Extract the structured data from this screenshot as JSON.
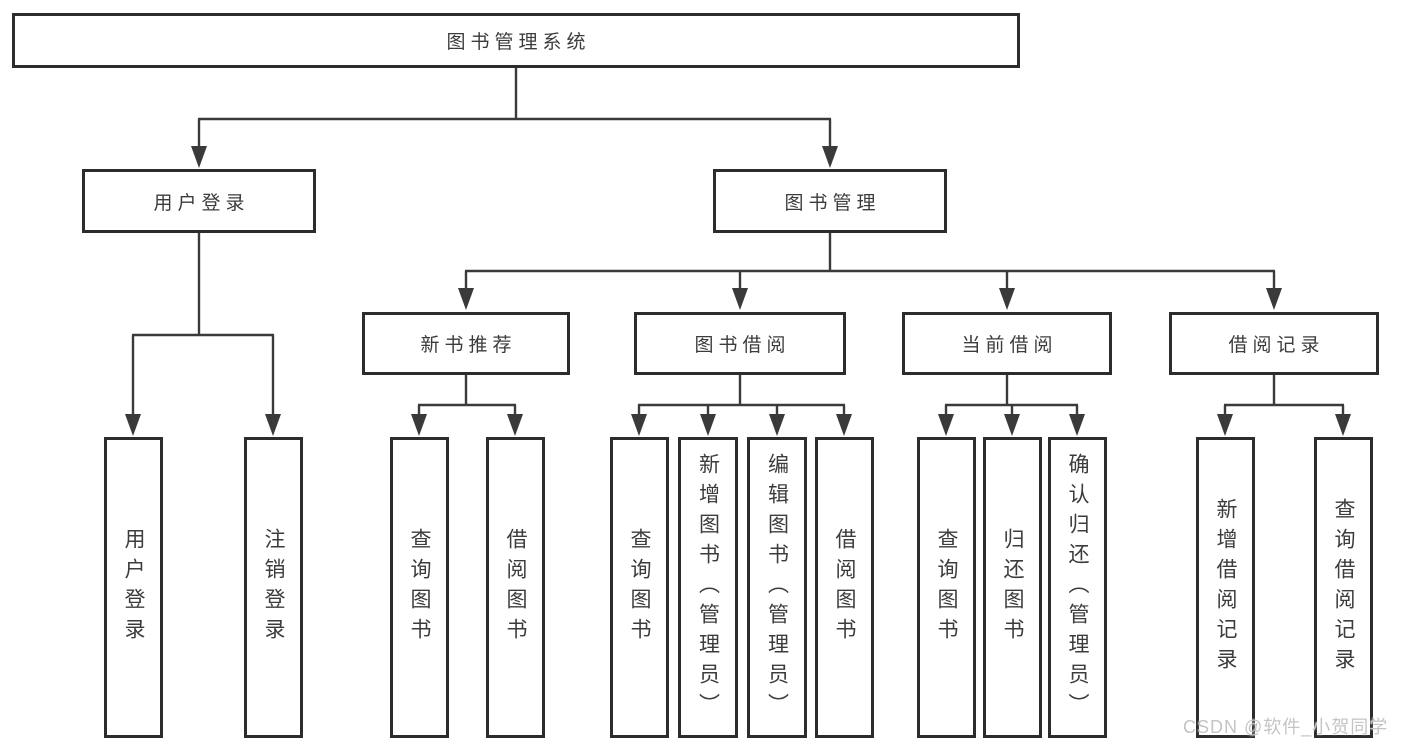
{
  "diagram": {
    "root": {
      "label": "图书管理系统"
    },
    "branches": [
      {
        "label": "用户登录",
        "leaves": [
          {
            "label": "用户登录"
          },
          {
            "label": "注销登录"
          }
        ]
      },
      {
        "label": "图书管理",
        "groups": [
          {
            "label": "新书推荐",
            "leaves": [
              {
                "label": "查询图书"
              },
              {
                "label": "借阅图书"
              }
            ]
          },
          {
            "label": "图书借阅",
            "leaves": [
              {
                "label": "查询图书"
              },
              {
                "label": "新增图书（管理员）"
              },
              {
                "label": "编辑图书（管理员）"
              },
              {
                "label": "借阅图书"
              }
            ]
          },
          {
            "label": "当前借阅",
            "leaves": [
              {
                "label": "查询图书"
              },
              {
                "label": "归还图书"
              },
              {
                "label": "确认归还（管理员）"
              }
            ]
          },
          {
            "label": "借阅记录",
            "leaves": [
              {
                "label": "新增借阅记录"
              },
              {
                "label": "查询借阅记录"
              }
            ]
          }
        ]
      }
    ]
  },
  "colors": {
    "line": "#3a3a3a",
    "box_border": "#2c2c2c",
    "text": "#3c3c3c",
    "background": "#ffffff",
    "watermark": "#c4c4c4"
  },
  "watermark": {
    "text": "CSDN @软件_小贺同学"
  }
}
